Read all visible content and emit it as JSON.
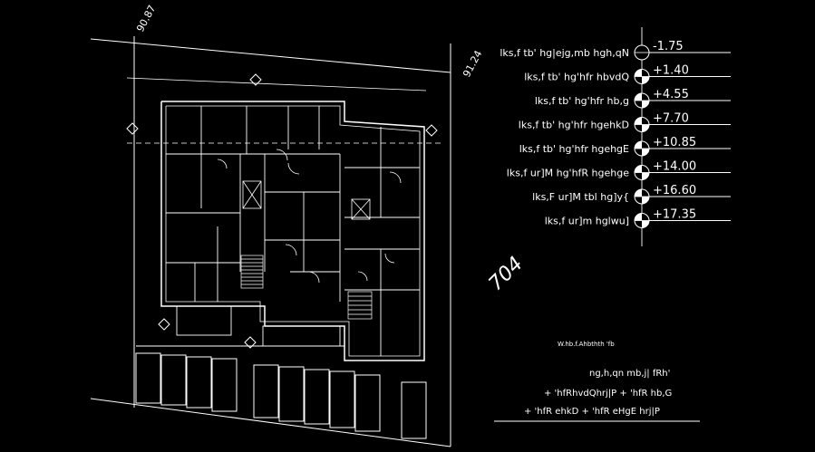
{
  "site": {
    "dimension_top": "90.87",
    "dimension_right": "91.24",
    "plot_number": "704"
  },
  "level_table": [
    {
      "label": "lks,f tb' hg|ejg,mb hgh,qN",
      "value": "-1.75"
    },
    {
      "label": "lks,f tb' hg'hfr hbvdQ",
      "value": "+1.40"
    },
    {
      "label": "lks,f tb' hg'hfr hb,g",
      "value": "+4.55"
    },
    {
      "label": "lks,f tb' hg'hfr hgehkD",
      "value": "+7.70"
    },
    {
      "label": "lks,f tb' hg'hfr hgehgE",
      "value": "+10.85"
    },
    {
      "label": "lks,f ur]M hg'hfR hgehge",
      "value": "+14.00"
    },
    {
      "label": "lks,F ur]M tbl hg]y{",
      "value": "+16.60"
    },
    {
      "label": "lks,f ur]m hglwu]",
      "value": "+17.35"
    }
  ],
  "notes": {
    "small_caption": "W.hb.f.Ahbthth  'fb",
    "line1": "ng,h,qn mb,j| fRh'",
    "line2": "+ 'hfRhvdQhrj|P  +  'hfR hb,G",
    "line3": "+ 'hfR ehkD  +  'hfR eHgE hrj|P"
  },
  "colors": {
    "background": "#000000",
    "lines": "#ffffff"
  }
}
